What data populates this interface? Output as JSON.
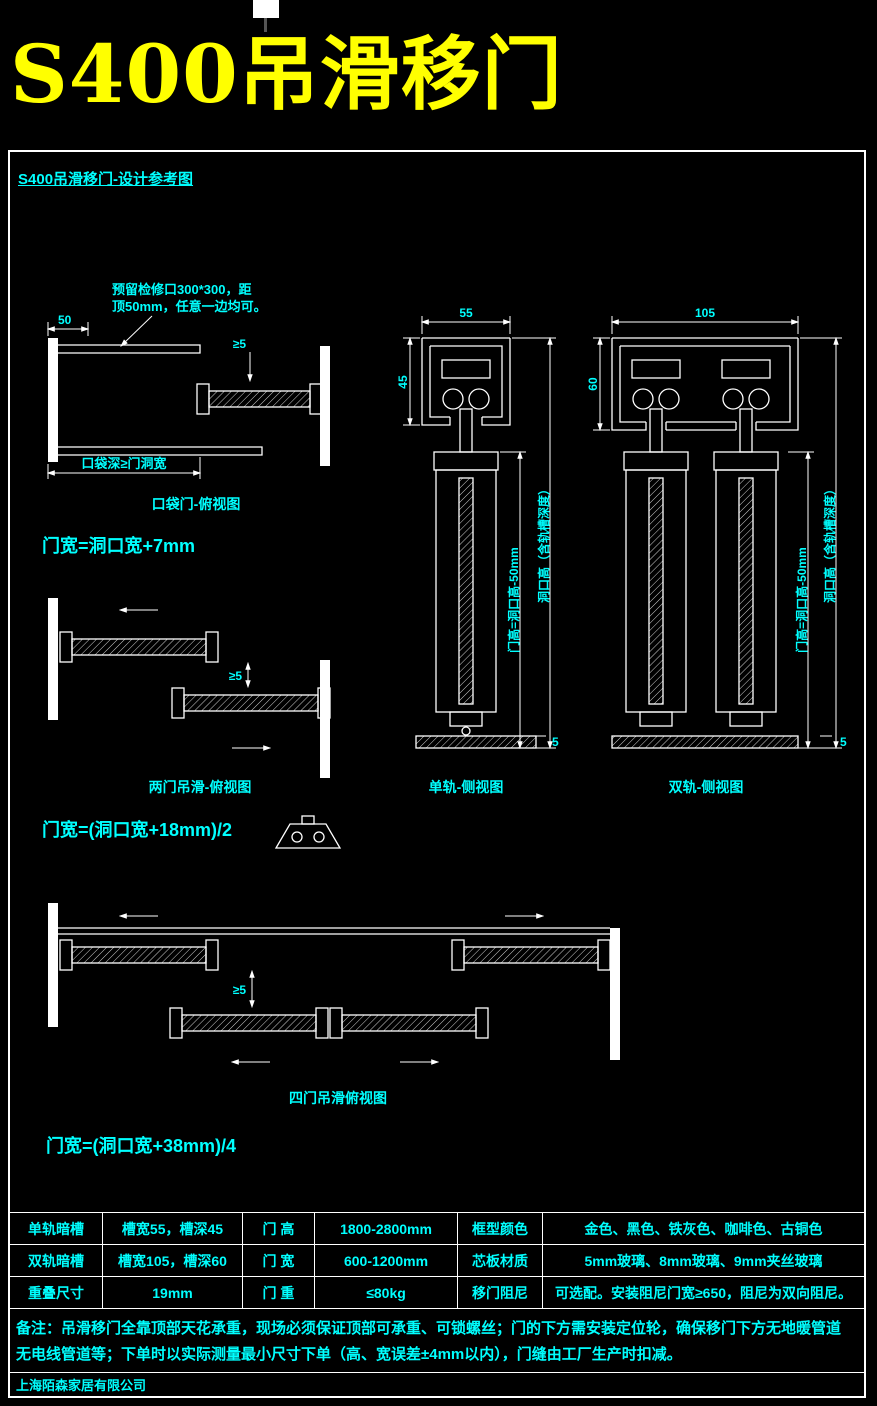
{
  "page": {
    "title": "S400吊滑移门",
    "subtitle": "S400吊滑移门-设计参考图",
    "company": "上海陌森家居有限公司"
  },
  "colors": {
    "background": "#000000",
    "title_yellow": "#ffff00",
    "line_white": "#ffffff",
    "label_cyan": "#00ffff"
  },
  "formulas": {
    "single": "门宽=洞口宽+7mm",
    "double": "门宽=(洞口宽+18mm)/2",
    "quad": "门宽=(洞口宽+38mm)/4"
  },
  "pocket_view": {
    "caption": "口袋门-俯视图",
    "note_line1": "预留检修口300*300，距",
    "note_line2": "顶50mm，任意一边均可。",
    "dim_50": "50",
    "dim_gap": "≥5",
    "dim_depth": "口袋深≥门洞宽"
  },
  "two_door_view": {
    "caption": "两门吊滑-俯视图",
    "dim_gap": "≥5"
  },
  "single_track_view": {
    "caption": "单轨-侧视图",
    "dim_width": "55",
    "dim_depth": "45",
    "dim_door_height": "门高=洞口高-50mm",
    "dim_opening_height": "洞口高（含轨槽深度）",
    "dim_bottom": "5"
  },
  "double_track_view": {
    "caption": "双轨-侧视图",
    "dim_width": "105",
    "dim_depth": "60",
    "dim_door_height": "门高=洞口高-50mm",
    "dim_opening_height": "洞口高（含轨槽深度）",
    "dim_bottom": "5"
  },
  "four_door_view": {
    "caption": "四门吊滑俯视图",
    "dim_gap": "≥5"
  },
  "spec_table": {
    "rows": [
      {
        "c1": "单轨暗槽",
        "c2": "槽宽55，槽深45",
        "c3": "门 高",
        "c4": "1800-2800mm",
        "c5": "框型颜色",
        "c6": "金色、黑色、铁灰色、咖啡色、古铜色"
      },
      {
        "c1": "双轨暗槽",
        "c2": "槽宽105，槽深60",
        "c3": "门 宽",
        "c4": "600-1200mm",
        "c5": "芯板材质",
        "c6": "5mm玻璃、8mm玻璃、9mm夹丝玻璃"
      },
      {
        "c1": "重叠尺寸",
        "c2": "19mm",
        "c3": "门 重",
        "c4": "≤80kg",
        "c5": "移门阻尼",
        "c6": "可选配。安装阻尼门宽≥650，阻尼为双向阻尼。"
      }
    ],
    "note_line1": "备注：吊滑移门全靠顶部天花承重，现场必须保证顶部可承重、可锁螺丝；门的下方需安装定位轮，确保移门下方无地暖管道",
    "note_line2": "无电线管道等；下单时以实际测量最小尺寸下单（高、宽误差±4mm以内），门缝由工厂生产时扣减。"
  }
}
